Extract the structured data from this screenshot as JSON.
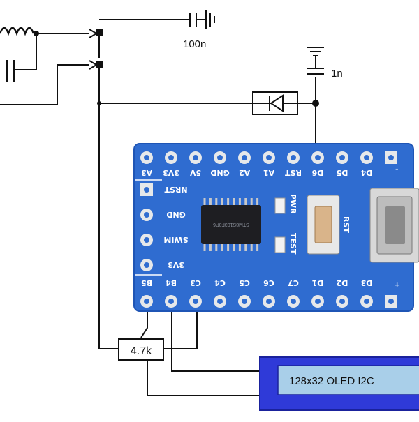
{
  "components": {
    "cap_top": "100n",
    "cap_right": "1n",
    "resistor": "4.7k",
    "display": "128x32 OLED I2C"
  },
  "board": {
    "top_pins": [
      "A3",
      "3V3",
      "5V",
      "GND",
      "A2",
      "A1",
      "RST",
      "D6",
      "D5",
      "D4"
    ],
    "top_right_mark": "-",
    "bottom_pins": [
      "B5",
      "B4",
      "C3",
      "C4",
      "C5",
      "C6",
      "C7",
      "D1",
      "D2",
      "D3"
    ],
    "bottom_right_mark": "+",
    "side_pins": [
      "NRST",
      "GND",
      "SWIM",
      "3V3"
    ],
    "chip_text": "STM8S103F3P6",
    "led_labels": [
      "PWR",
      "TEST"
    ],
    "reset_label": "RST"
  },
  "colors": {
    "board": "#2f6cd0",
    "board_dark": "#1f55b5",
    "pad": "#e6e8ea",
    "display": "#2f3ad8",
    "display_screen": "#a9cfe9",
    "wire": "#111111"
  }
}
